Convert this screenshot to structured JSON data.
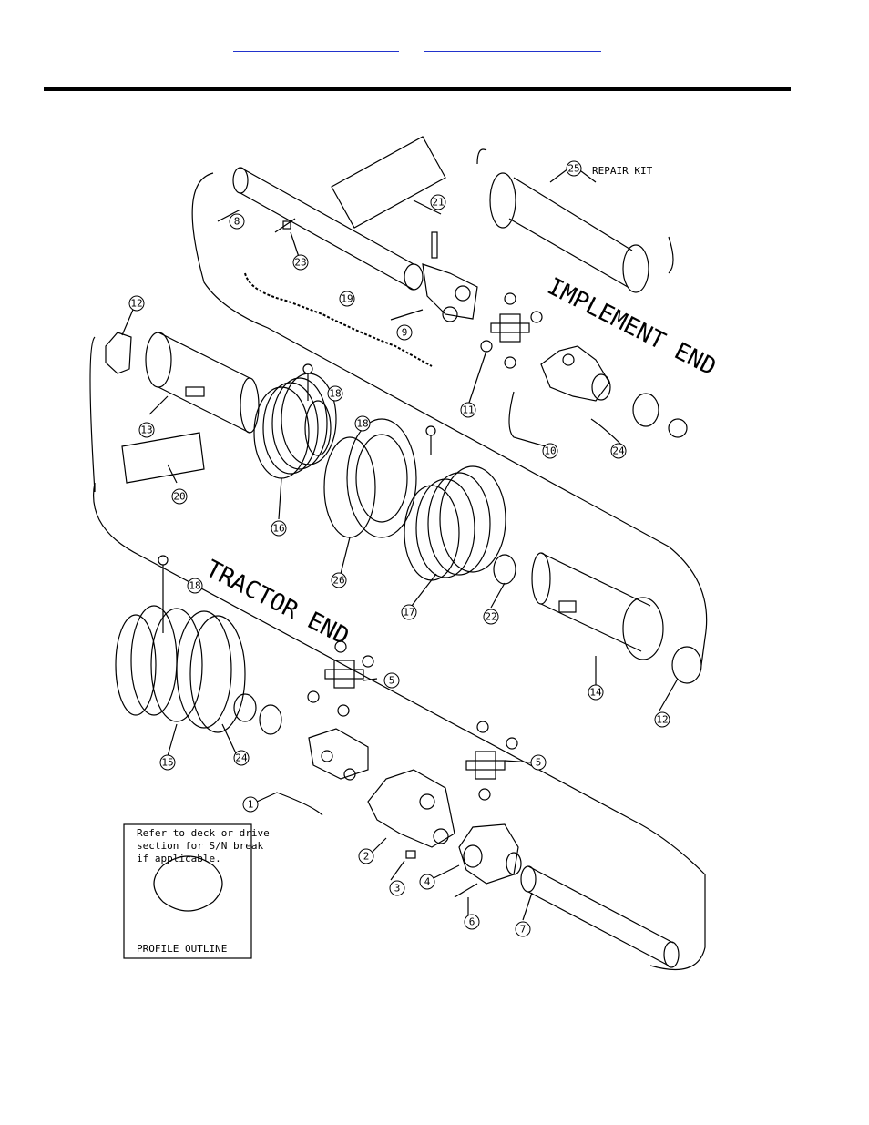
{
  "header": {
    "links": [
      "",
      ""
    ]
  },
  "diagram": {
    "labels": {
      "implement_end": "IMPLEMENT END",
      "tractor_end": "TRACTOR END",
      "repair_kit": "REPAIR KIT"
    },
    "note": {
      "line1": "Refer to deck or drive",
      "line2": "section for S/N break",
      "line3": "if applicable.",
      "profile_label": "PROFILE OUTLINE"
    },
    "callouts": [
      "1",
      "2",
      "3",
      "4",
      "5",
      "5",
      "6",
      "7",
      "8",
      "9",
      "10",
      "11",
      "12",
      "12",
      "13",
      "14",
      "15",
      "16",
      "17",
      "18",
      "18",
      "18",
      "19",
      "20",
      "21",
      "22",
      "23",
      "24",
      "24",
      "25",
      "26"
    ]
  }
}
